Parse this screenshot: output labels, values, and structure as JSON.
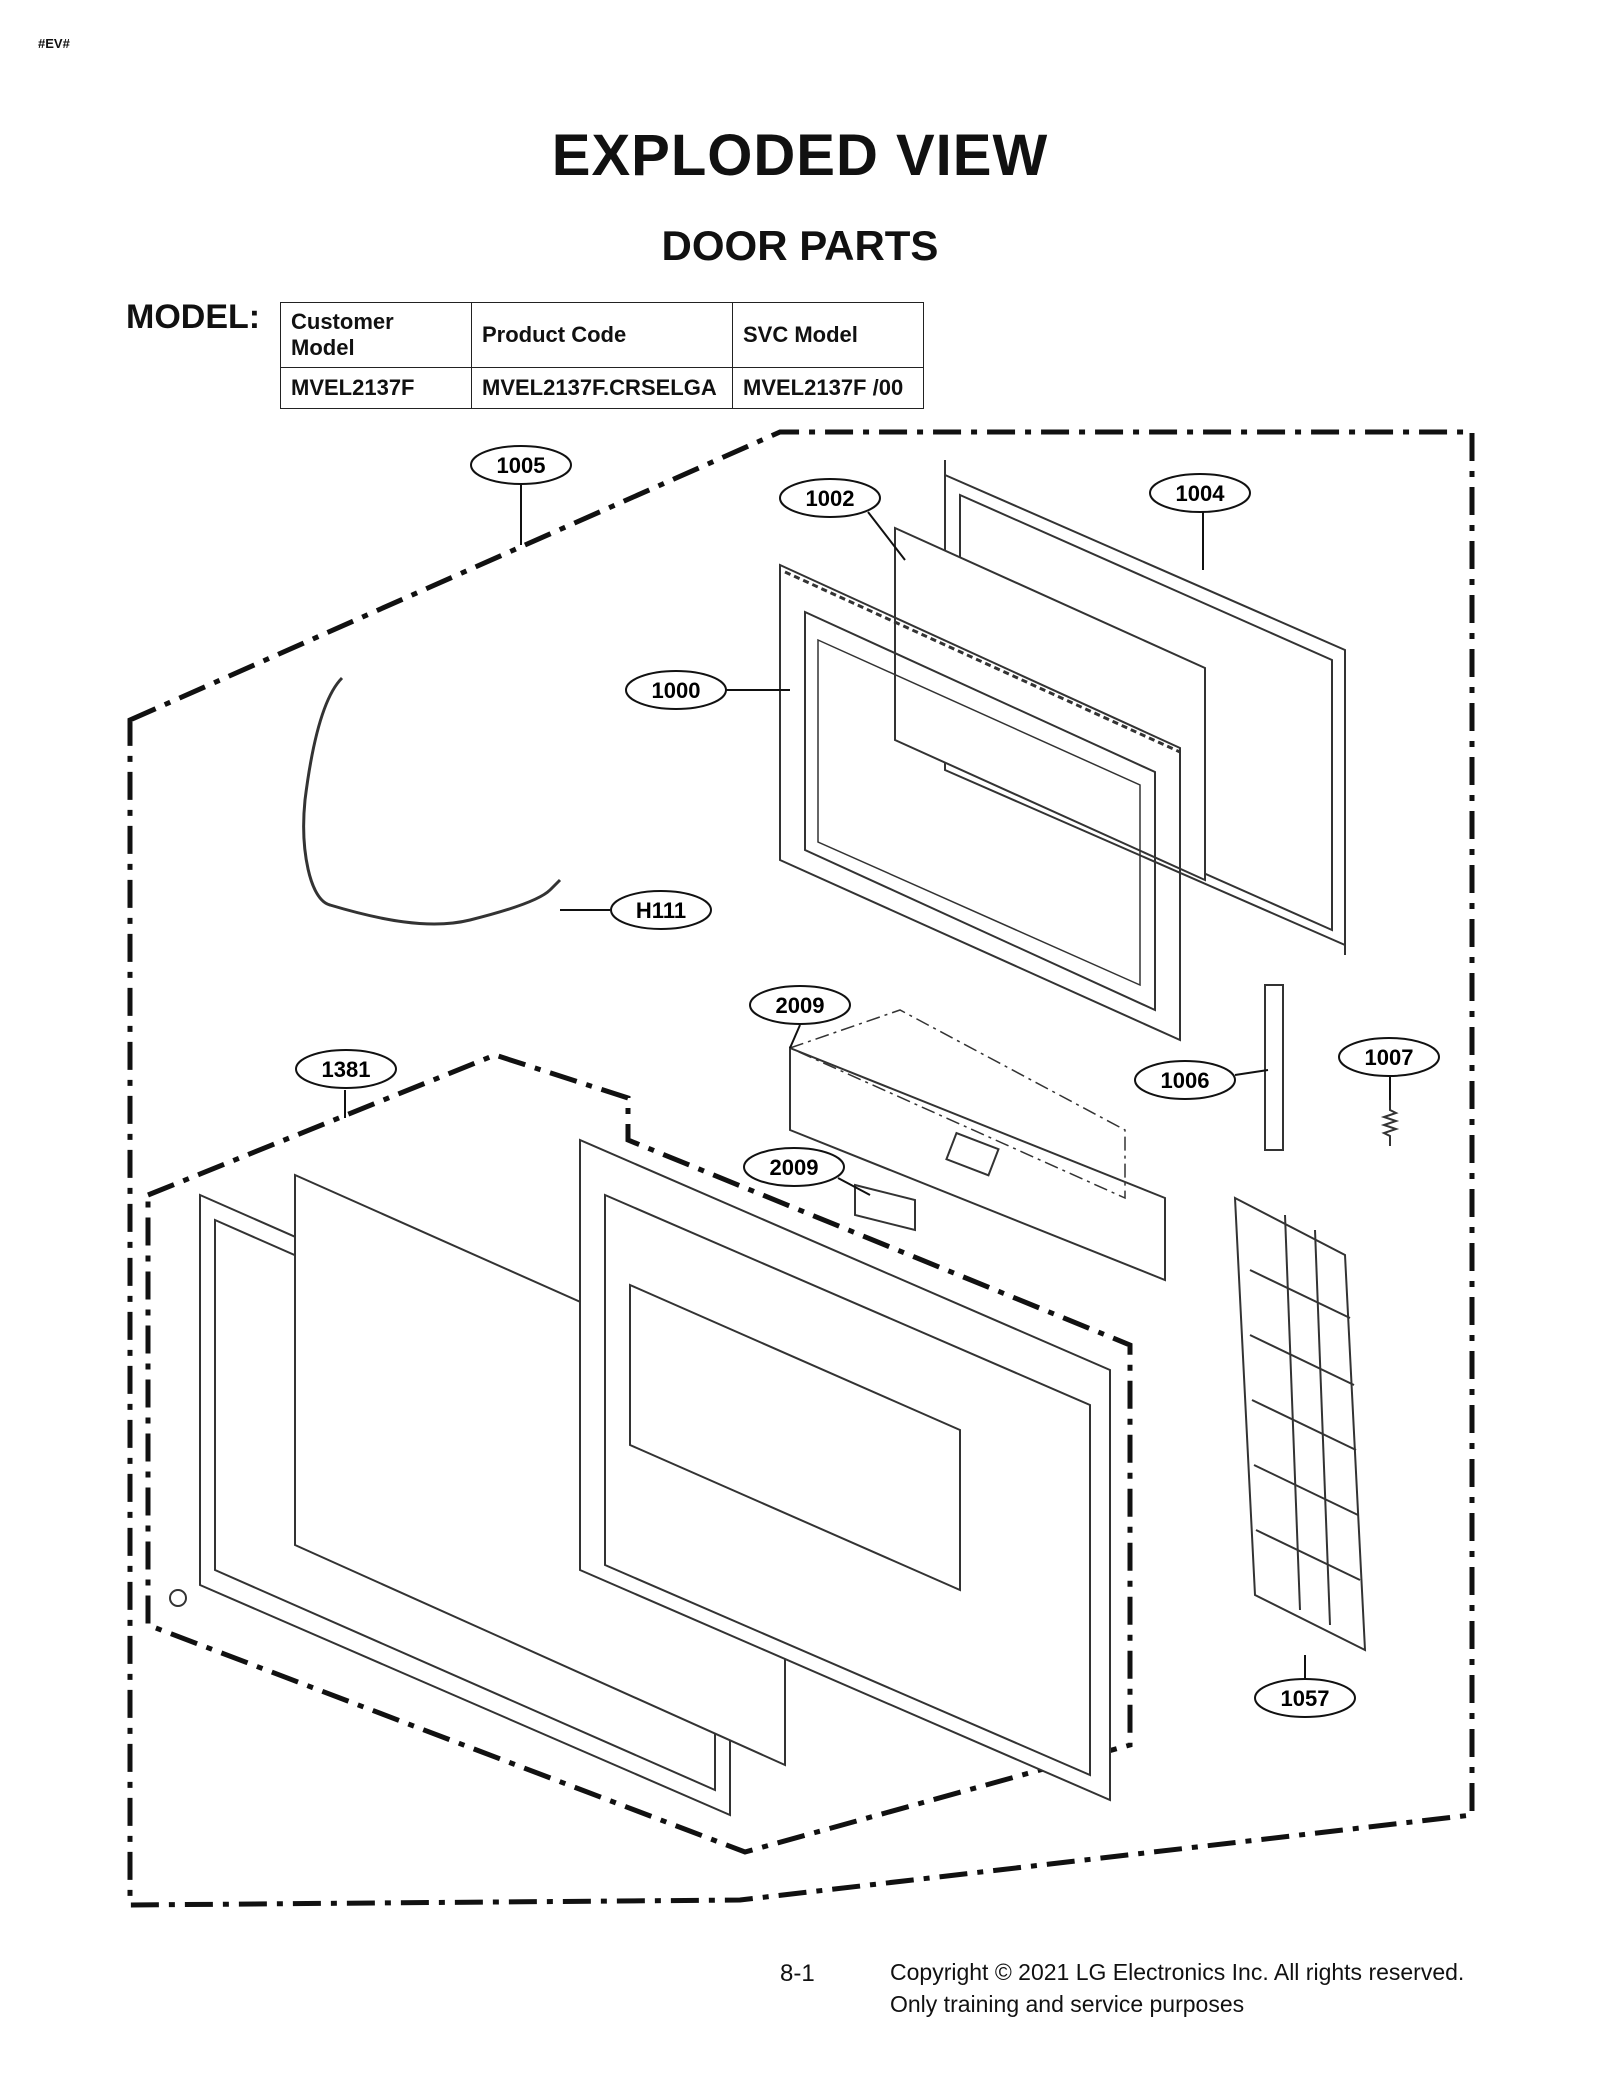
{
  "header": {
    "tag": "#EV#",
    "title": "EXPLODED VIEW",
    "subtitle": "DOOR PARTS"
  },
  "model": {
    "label": "MODEL:",
    "columns": [
      "Customer Model",
      "Product Code",
      "SVC Model"
    ],
    "row": [
      "MVEL2137F",
      "MVEL2137F.CRSELGA",
      "MVEL2137F  /00"
    ]
  },
  "callouts": {
    "c1005": "1005",
    "c1002": "1002",
    "c1004": "1004",
    "c1000": "1000",
    "cH111": "H111",
    "c2009a": "2009",
    "c2009b": "2009",
    "c1381": "1381",
    "c1006": "1006",
    "c1007": "1007",
    "c1057": "1057"
  },
  "footer": {
    "page": "8-1",
    "copyright": "Copyright © 2021 LG Electronics Inc. All rights reserved.",
    "note": "Only training and service purposes"
  },
  "colors": {
    "line": "#111111",
    "part_stroke": "#333333",
    "glass_fill": "#ffffff"
  }
}
